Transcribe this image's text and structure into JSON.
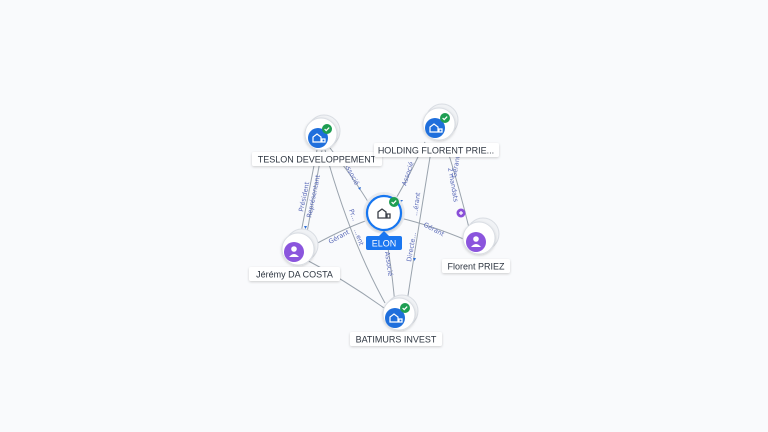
{
  "colors": {
    "company": "#1f6fdc",
    "person": "#8b55dd",
    "check": "#1e9e52",
    "edge": "#9aa3ad",
    "edge_label": "#5a6ab8",
    "center_tag": "#1976f0"
  },
  "icons": {
    "company": "building-icon",
    "person": "person-icon",
    "verified": "check-badge-icon"
  },
  "center": {
    "label": "ELON"
  },
  "nodes": {
    "teslon": {
      "label": "TESLON DEVELOPPEMENT"
    },
    "holding": {
      "label": "HOLDING FLORENT PRIE..."
    },
    "jeremy": {
      "label": "Jérémy DA COSTA"
    },
    "florent": {
      "label": "Florent PRIEZ"
    },
    "batimurs": {
      "label": "BATIMURS INVEST"
    }
  },
  "edges": {
    "teslon_elon": "Associé",
    "teslon_jeremy_1": "Président",
    "teslon_jeremy_2": "Représentant",
    "holding_elon": "Associé",
    "holding_florent_1": "Gérant",
    "holding_florent_2": "2 mandats",
    "jeremy_elon": "Gérant",
    "jeremy_batimurs_1": "Pr...",
    "jeremy_batimurs_2": "...ent",
    "florent_elon": "Gérant",
    "florent_batimurs_1": "Directe...",
    "florent_batimurs_2": "...érant",
    "elon_batimurs": "Associé"
  }
}
